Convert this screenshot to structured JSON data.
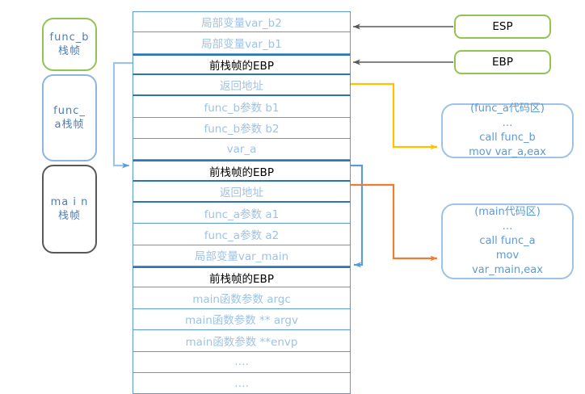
{
  "diagram": {
    "title": "function call stack frame layout",
    "colors": {
      "row_text": "#9dc3e6",
      "row_border": "#5b9bd5",
      "ebp_border": "#2e74b5",
      "green_border": "#92c353",
      "blue_border": "#8cb5e0",
      "dark_border": "#585858",
      "arrow_gray": "#595959",
      "arrow_yellow": "#ffc000",
      "arrow_orange": "#ed7d31",
      "arrow_blue": "#5b9bd5"
    }
  },
  "frames": [
    {
      "id": "func-b",
      "lines": [
        "func_b",
        "栈帧"
      ],
      "border": "#92c353"
    },
    {
      "id": "func-a",
      "lines": [
        "func_",
        "a栈帧"
      ],
      "border": "#8cb5e0"
    },
    {
      "id": "main",
      "lines": [
        "ma i n",
        "栈帧"
      ],
      "border": "#585858"
    }
  ],
  "stack_rows": [
    {
      "label": "局部变量var_b2",
      "style": "normal"
    },
    {
      "label": "局部变量var_b1",
      "style": "normal"
    },
    {
      "label": "前栈帧的EBP",
      "style": "ebp"
    },
    {
      "label": "返回地址",
      "style": "ret"
    },
    {
      "label": "func_b参数 b1",
      "style": "normal"
    },
    {
      "label": "func_b参数 b2",
      "style": "normal"
    },
    {
      "label": "var_a",
      "style": "normal"
    },
    {
      "label": "前栈帧的EBP",
      "style": "ebp"
    },
    {
      "label": "返回地址",
      "style": "ret"
    },
    {
      "label": "func_a参数 a1",
      "style": "normal"
    },
    {
      "label": "func_a参数 a2",
      "style": "normal"
    },
    {
      "label": "局部变量var_main",
      "style": "normal"
    },
    {
      "label": "前栈帧的EBP",
      "style": "ebp-plain"
    },
    {
      "label": "main函数参数 argc",
      "style": "normal"
    },
    {
      "label": "main函数参数 ** argv",
      "style": "normal"
    },
    {
      "label": "main函数参数 **envp",
      "style": "normal"
    },
    {
      "label": "….",
      "style": "normal"
    },
    {
      "label": "….",
      "style": "normal"
    }
  ],
  "registers": [
    {
      "id": "esp",
      "label": "ESP"
    },
    {
      "id": "ebp",
      "label": "EBP"
    }
  ],
  "code_boxes": [
    {
      "id": "func-a-code",
      "lines": [
        "(func_a代码区)",
        "…",
        "call func_b",
        "mov var_a,eax"
      ]
    },
    {
      "id": "main-code",
      "lines": [
        "(main代码区)",
        "…",
        "call func_a",
        "mov",
        "var_main,eax"
      ]
    }
  ]
}
